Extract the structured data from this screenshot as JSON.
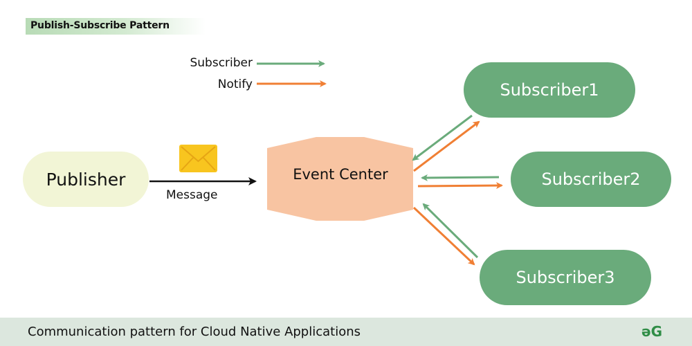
{
  "title": "Publish-Subscribe Pattern",
  "legend": {
    "items": [
      {
        "label": "Subscriber",
        "color": "#6aab7b"
      },
      {
        "label": "Notify",
        "color": "#f07f34"
      }
    ]
  },
  "nodes": {
    "publisher": {
      "label": "Publisher",
      "color": "#f2f5d6"
    },
    "event_center": {
      "label": "Event Center",
      "color": "#f8c4a2"
    },
    "subscribers": [
      {
        "label": "Subscriber1",
        "color": "#6aab7b"
      },
      {
        "label": "Subscriber2",
        "color": "#6aab7b"
      },
      {
        "label": "Subscriber3",
        "color": "#6aab7b"
      }
    ]
  },
  "edges": [
    {
      "from": "Publisher",
      "to": "Event Center",
      "label": "Message",
      "type": "message",
      "icon": "envelope-icon"
    },
    {
      "from": "Subscriber1",
      "to": "Event Center",
      "type": "subscriber"
    },
    {
      "from": "Event Center",
      "to": "Subscriber1",
      "type": "notify"
    },
    {
      "from": "Subscriber2",
      "to": "Event Center",
      "type": "subscriber"
    },
    {
      "from": "Event Center",
      "to": "Subscriber2",
      "type": "notify"
    },
    {
      "from": "Subscriber3",
      "to": "Event Center",
      "type": "subscriber"
    },
    {
      "from": "Event Center",
      "to": "Subscriber3",
      "type": "notify"
    }
  ],
  "footer": {
    "caption": "Communication pattern for Cloud Native Applications",
    "logo": "əG"
  }
}
